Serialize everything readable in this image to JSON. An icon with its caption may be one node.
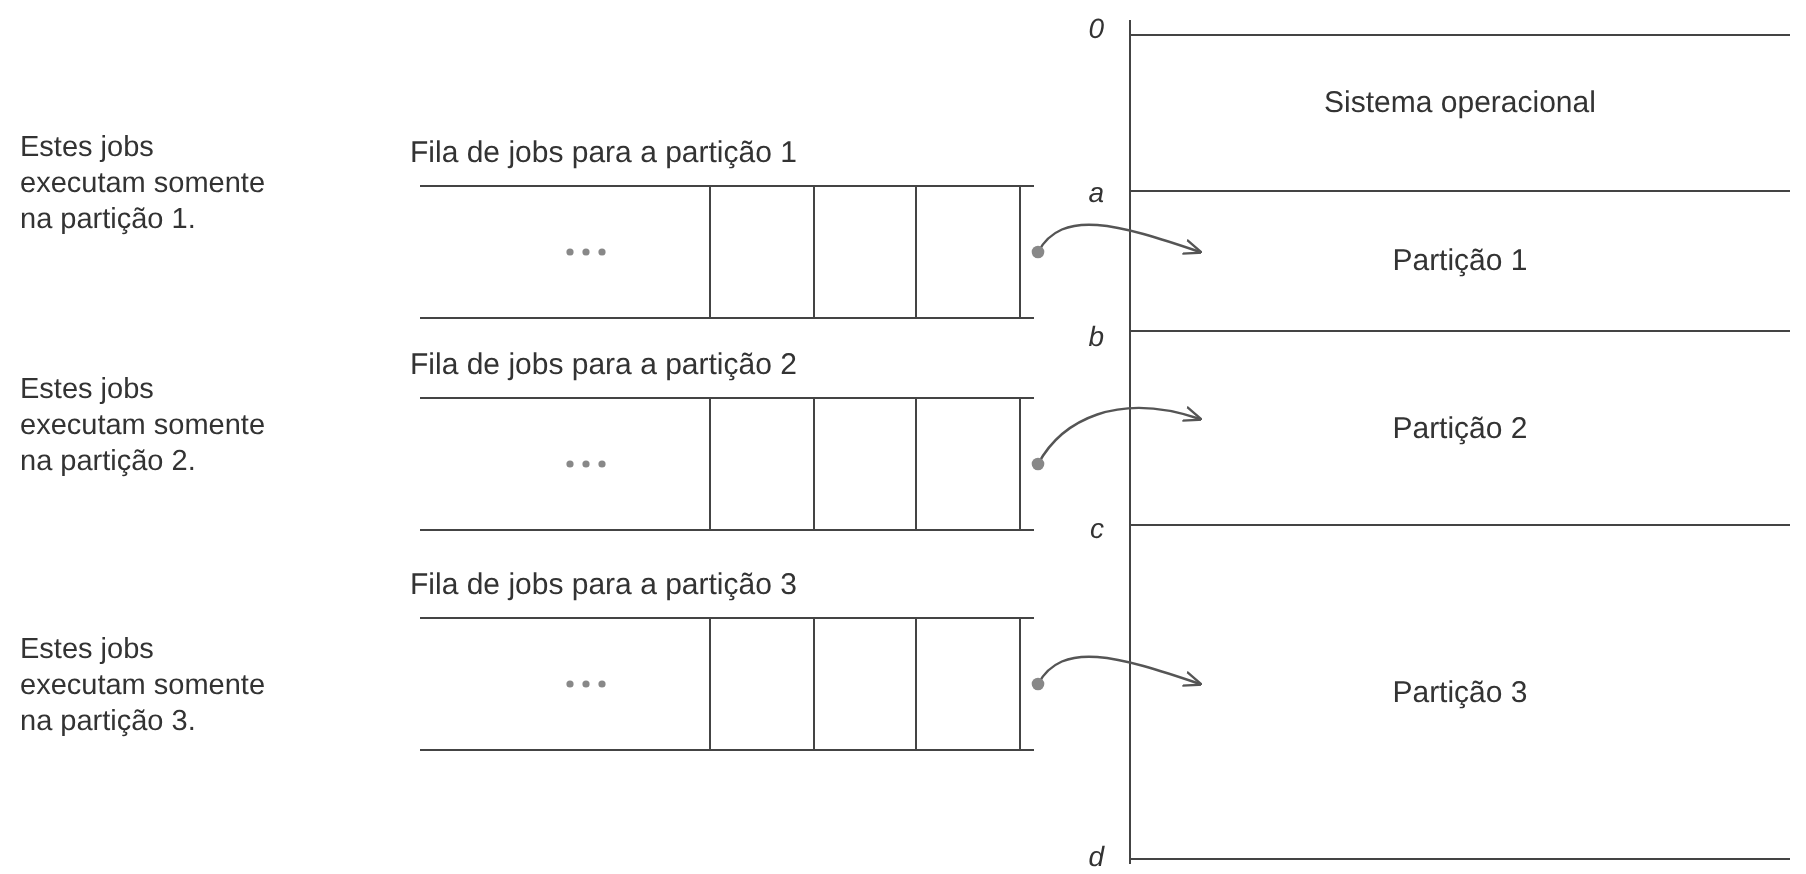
{
  "diagram": {
    "nodes": [
      {
        "text": [
          "Fila de jobs para a partição 1"
        ]
      },
      {
        "text": [
          "Fila de jobs para a partição 2"
        ]
      },
      {
        "text": [
          "Fila de jobs para a partição 3"
        ]
      },
      {
        "text": [
          "Sistema operacional"
        ]
      },
      {
        "text": [
          "Partição 1"
        ]
      },
      {
        "text": [
          "Partição 2"
        ]
      },
      {
        "text": [
          "Partição 3"
        ]
      }
    ],
    "edges": [
      {
        "from": 0,
        "to": 4,
        "arrow": "to"
      },
      {
        "from": 1,
        "to": 5,
        "arrow": "to"
      },
      {
        "from": 2,
        "to": 6,
        "arrow": "to"
      }
    ],
    "labels": [
      "0",
      "Estes jobs executam somente na partição 1.",
      "a",
      "b",
      "Estes jobs executam somente na partição 2.",
      "c",
      "Estes jobs executam somente na partição 3.",
      "d"
    ]
  }
}
